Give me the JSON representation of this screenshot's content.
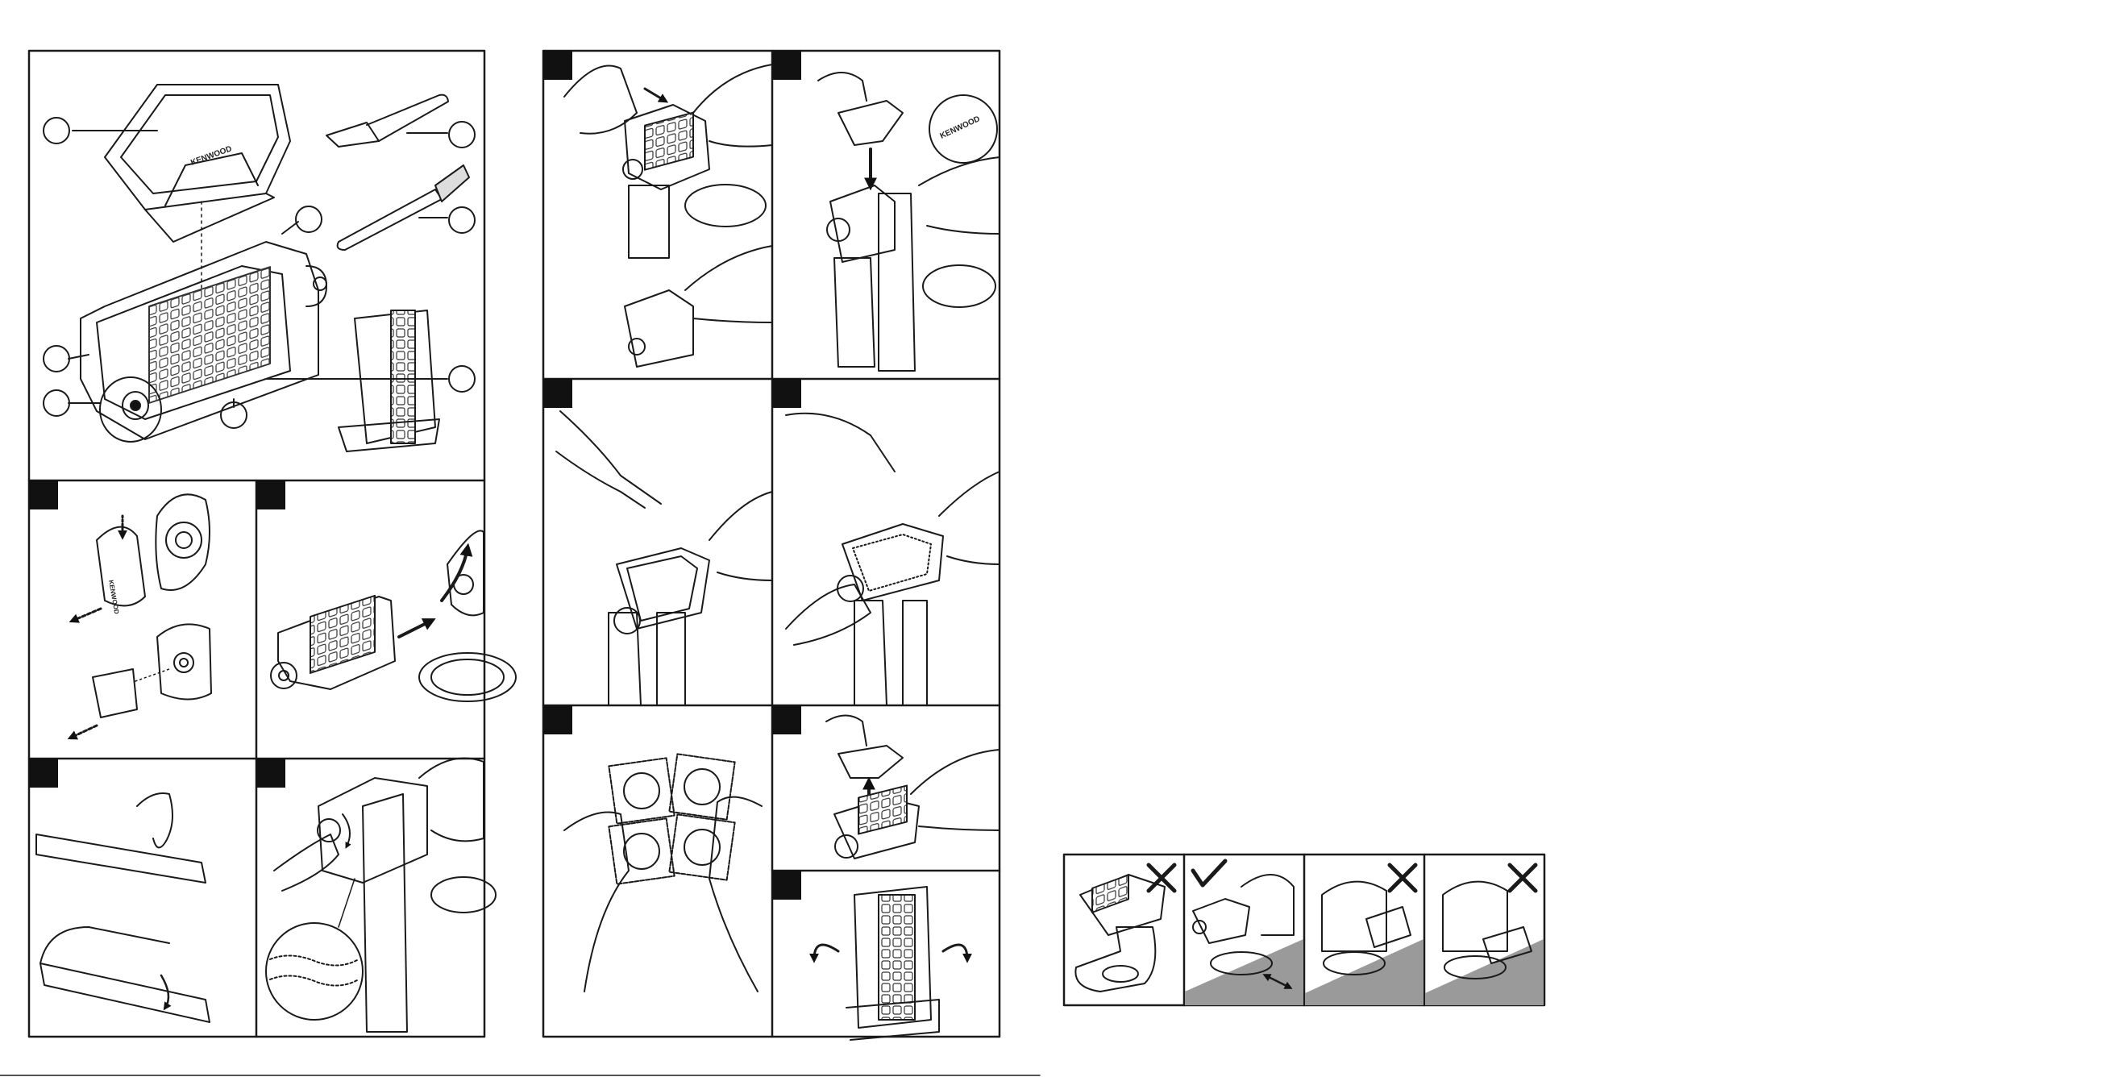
{
  "brand": {
    "logo_text": "KENWOOD"
  },
  "icons": {
    "cross": "cross-icon",
    "check": "check-icon",
    "arrow": "arrow-icon"
  },
  "colors": {
    "line": "#1a1a1a",
    "surface_shade": "#999999",
    "step_badge": "#111111"
  },
  "storage_panels": [
    {
      "status": "incorrect",
      "icon": "cross-icon"
    },
    {
      "status": "correct",
      "icon": "check-icon"
    },
    {
      "status": "incorrect",
      "icon": "cross-icon"
    },
    {
      "status": "incorrect",
      "icon": "cross-icon"
    }
  ]
}
